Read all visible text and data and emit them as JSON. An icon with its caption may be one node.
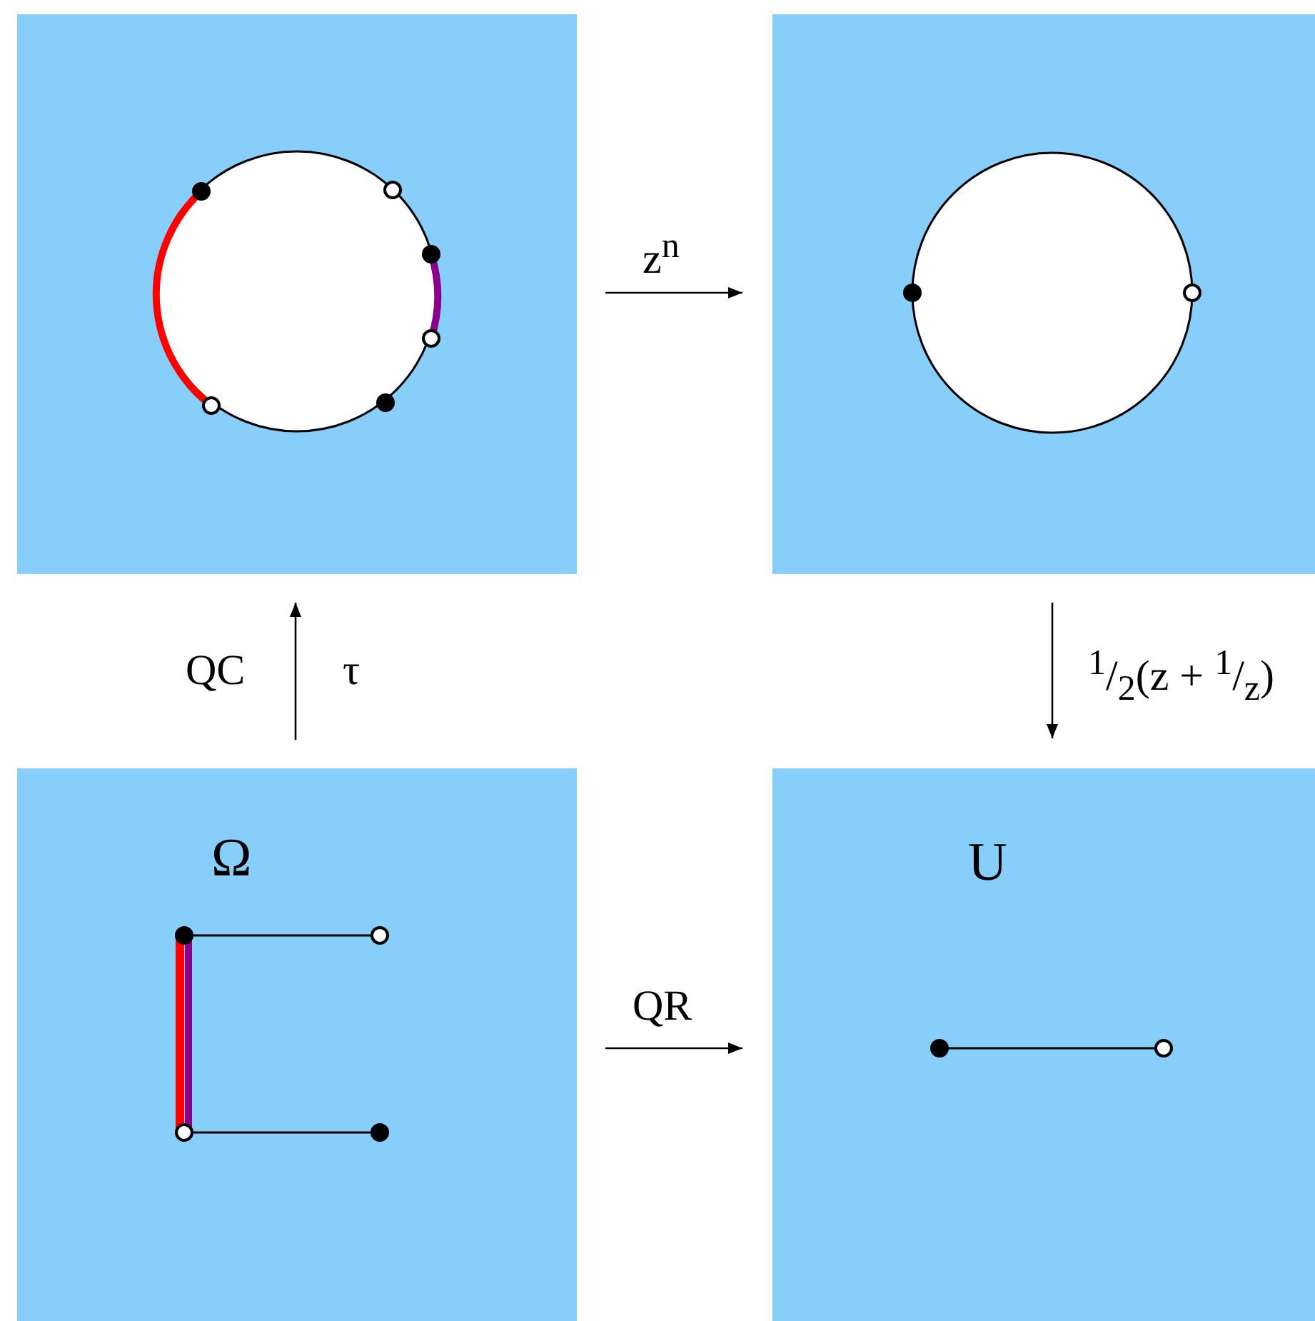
{
  "diagram": {
    "nodes": [
      {
        "text": [],
        "shape": "picture"
      },
      {
        "text": [],
        "shape": "picture"
      },
      {
        "text": [
          "Ω"
        ]
      },
      {
        "text": [
          "U"
        ]
      }
    ],
    "edges": [
      {
        "from": 0,
        "to": 1,
        "arrow": "to",
        "label": "z$^{n}$"
      },
      {
        "from": 1,
        "to": 3,
        "arrow": "to",
        "label": "$^{1}$/$_{2}$(z + $^{1}$/$_{z}$)"
      },
      {
        "from": 2,
        "to": 0,
        "arrow": "to",
        "label": "QC"
      },
      {
        "from": 2,
        "to": 3,
        "arrow": "to",
        "label": "QR"
      }
    ],
    "labels": [
      "τ"
    ]
  }
}
